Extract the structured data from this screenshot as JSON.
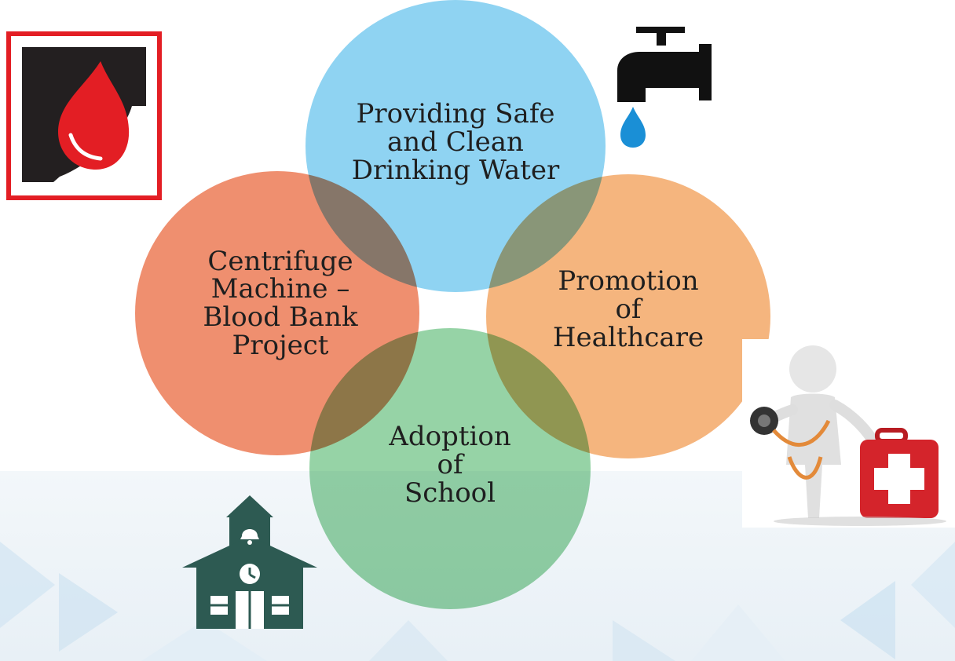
{
  "diagram": {
    "circles": [
      {
        "id": "top",
        "label": "Providing Safe\nand Clean\nDrinking Water",
        "color": "#8fd3f2"
      },
      {
        "id": "left",
        "label": "Centrifuge\nMachine –\nBlood Bank\nProject",
        "color": "#ef8f6f"
      },
      {
        "id": "right",
        "label": "Promotion\nof\nHealthcare",
        "color": "#f5b57e"
      },
      {
        "id": "bottom",
        "label": "Adoption\nof\nSchool",
        "color": "#96d3a6"
      }
    ]
  },
  "icons": {
    "logo": "blood-drop-logo-icon",
    "tap": "water-tap-icon",
    "school": "school-house-icon",
    "healthcare": "doctor-with-medical-kit-icon"
  },
  "colors": {
    "logo_red": "#e31e24",
    "tap_black": "#111111",
    "drop_blue": "#1a8fd6",
    "school_green": "#2d5a52"
  }
}
